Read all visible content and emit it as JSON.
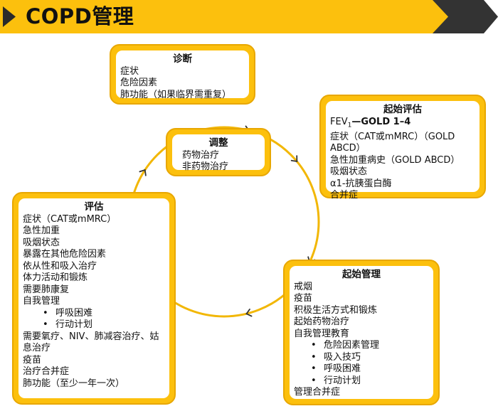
{
  "header": {
    "title": "COPD管理"
  },
  "colors": {
    "accent": "#fcc00d",
    "ring": "#f2b705",
    "dark": "#333333",
    "text": "#111111"
  },
  "diagnosis": {
    "title": "诊断",
    "items": [
      "症状",
      "危险因素",
      "肺功能（如果临界需重复）"
    ]
  },
  "initial_assessment": {
    "title": "起始评估",
    "fev_prefix": "FEV",
    "fev_sub": "1",
    "fev_rest": "—GOLD 1–4",
    "items": [
      "症状（CAT或mMRC）（GOLD ABCD）",
      "急性加重病史（GOLD ABCD）",
      "吸烟状态",
      "α1-抗胰蛋白酶",
      "合并症"
    ]
  },
  "adjust": {
    "title": "调整",
    "items": [
      "药物治疗",
      "非药物治疗"
    ]
  },
  "evaluate": {
    "title": "评估",
    "items": [
      "症状（CAT或mMRC）",
      "急性加重",
      "吸烟状态",
      "暴露在其他危险因素",
      "依从性和吸入治疗",
      "体力活动和锻炼",
      "需要肺康复",
      "自我管理"
    ],
    "sub_items": [
      "呼吸困难",
      "行动计划"
    ],
    "tail_items": [
      "需要氧疗、NIV、肺减容治疗、姑息治疗",
      "疫苗",
      "治疗合并症",
      "肺功能（至少一年一次）"
    ]
  },
  "initial_management": {
    "title": "起始管理",
    "items": [
      "戒烟",
      "疫苗",
      "积极生活方式和锻炼",
      "起始药物治疗",
      "自我管理教育"
    ],
    "sub_items": [
      "危险因素管理",
      "吸入技巧",
      "呼吸困难",
      "行动计划"
    ],
    "tail_items": [
      "管理合并症"
    ]
  }
}
